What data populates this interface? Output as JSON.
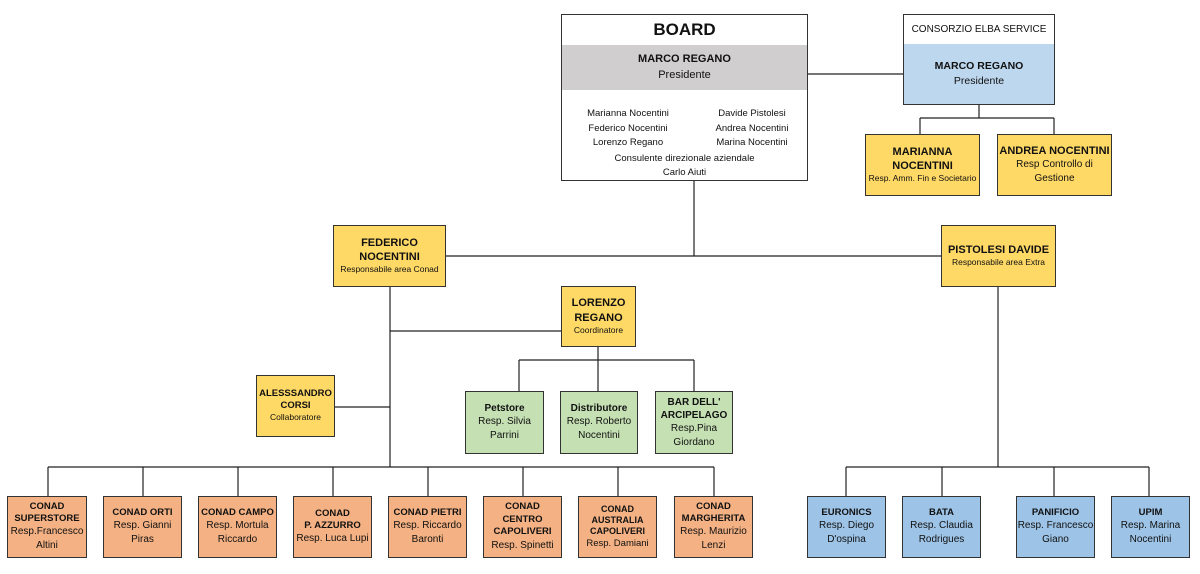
{
  "board": {
    "title": "BOARD",
    "president_name": "MARCO REGANO",
    "president_role": "Presidente",
    "members_left": [
      "Marianna Nocentini",
      "Federico Nocentini",
      "Lorenzo Regano"
    ],
    "members_right": [
      "Davide Pistolesi",
      "Andrea Nocentini",
      "Marina Nocentini"
    ],
    "consultant_role": "Consulente direzionale aziendale",
    "consultant_name": "Carlo Aiuti"
  },
  "consorzio": {
    "title": "CONSORZIO ELBA SERVICE",
    "president_name": "MARCO REGANO",
    "president_role": "Presidente"
  },
  "marianna": {
    "line1": "MARIANNA",
    "line2": "NOCENTINI",
    "role": "Resp. Amm. Fin e Societario"
  },
  "andrea": {
    "line1": "ANDREA NOCENTINI",
    "role1": "Resp Controllo di",
    "role2": "Gestione"
  },
  "federico": {
    "line1": "FEDERICO",
    "line2": "NOCENTINI",
    "role": "Responsabile area Conad"
  },
  "pistolesi": {
    "line1": "PISTOLESI DAVIDE",
    "role": "Responsabile area Extra"
  },
  "lorenzo": {
    "line1": "LORENZO",
    "line2": "REGANO",
    "role": "Coordinatore"
  },
  "alessandro": {
    "line1": "ALESSSANDRO",
    "line2": "CORSI",
    "role": "Collaboratore"
  },
  "petstore": {
    "name": "Petstore",
    "resp1": "Resp. Silvia",
    "resp2": "Parrini"
  },
  "distributore": {
    "name": "Distributore",
    "resp1": "Resp. Roberto",
    "resp2": "Nocentini"
  },
  "bar": {
    "name1": "BAR DELL'",
    "name2": "ARCIPELAGO",
    "resp1": "Resp.Pina",
    "resp2": "Giordano"
  },
  "conad_superstore": {
    "name1": "CONAD",
    "name2": "SUPERSTORE",
    "resp1": "Resp.Francesco",
    "resp2": "Altini"
  },
  "conad_orti": {
    "name1": "CONAD ORTI",
    "resp1": "Resp. Gianni",
    "resp2": "Piras"
  },
  "conad_campo": {
    "name1": "CONAD CAMPO",
    "resp1": "Resp. Mortula",
    "resp2": "Riccardo"
  },
  "conad_azzurro": {
    "name1": "CONAD",
    "name2": "P. AZZURRO",
    "resp1": "Resp. Luca Lupi"
  },
  "conad_pietri": {
    "name1": "CONAD PIETRI",
    "resp1": "Resp.  Riccardo",
    "resp2": "Baronti"
  },
  "conad_capoliveri": {
    "name1": "CONAD CENTRO",
    "name2": "CAPOLIVERI",
    "resp1": "Resp. Spinetti"
  },
  "conad_australia": {
    "name1": "CONAD",
    "name2": "AUSTRALIA",
    "name3": "CAPOLIVERI",
    "resp1": "Resp. Damiani"
  },
  "conad_margherita": {
    "name1": "CONAD",
    "name2": "MARGHERITA",
    "resp1": "Resp. Maurizio",
    "resp2": "Lenzi"
  },
  "euronics": {
    "name1": "EURONICS",
    "resp1": "Resp. Diego",
    "resp2": "D'ospina"
  },
  "bata": {
    "name1": "BATA",
    "resp1": "Resp. Claudia",
    "resp2": "Rodrigues"
  },
  "panificio": {
    "name1": "PANIFICIO",
    "resp1": "Resp. Francesco",
    "resp2": "Giano"
  },
  "upim": {
    "name1": "UPIM",
    "resp1": "Resp. Marina",
    "resp2": "Nocentini"
  }
}
